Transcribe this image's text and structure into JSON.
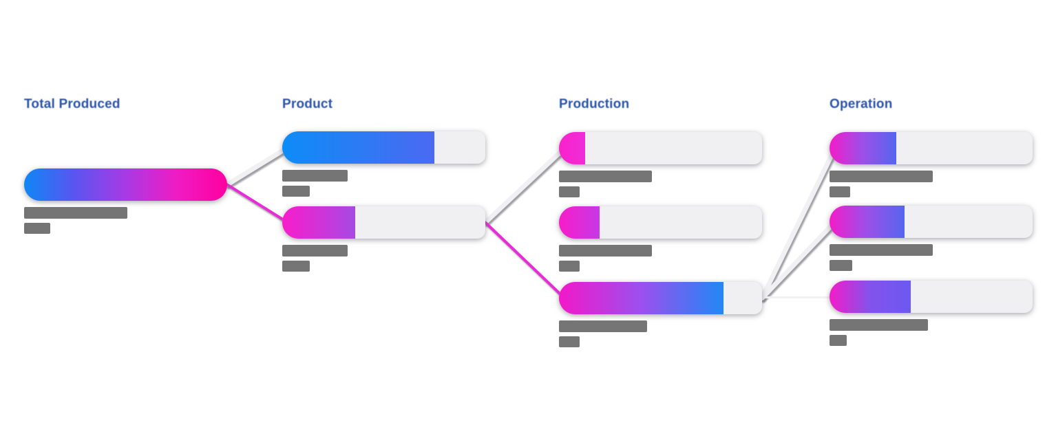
{
  "page": {
    "background": "#ffffff"
  },
  "chart_data": {
    "type": "bar",
    "variant": "decomposition-flow-diagram",
    "note": "Drill-down breakdown chart; bar labels and values under each bar are redacted (solid gray blocks in screenshot). Fill percents estimated from pixels.",
    "legend_position": "none",
    "grid": false,
    "columns": [
      {
        "id": "total",
        "title": "Total Produced",
        "bars": [
          {
            "id": "total-0",
            "fill_percent": 100,
            "gradient": [
              "#0f87f5",
              "#5a55f0",
              "#a83ae5",
              "#ef1cc4",
              "#fe009f"
            ],
            "label_redacted": true,
            "label_blocks": [
              150,
              38
            ]
          }
        ]
      },
      {
        "id": "product",
        "title": "Product",
        "bars": [
          {
            "id": "product-0",
            "fill_percent": 75,
            "gradient": [
              "#0d8cf7",
              "#4b69f1"
            ],
            "label_redacted": true,
            "label_blocks": [
              95,
              40
            ]
          },
          {
            "id": "product-1",
            "fill_percent": 36,
            "gradient": [
              "#f91ccb",
              "#a64ae3"
            ],
            "label_redacted": true,
            "label_blocks": [
              95,
              40
            ]
          }
        ]
      },
      {
        "id": "production",
        "title": "Production",
        "bars": [
          {
            "id": "production-0",
            "fill_percent": 13,
            "gradient": [
              "#fb20cb",
              "#ee2ed8"
            ],
            "label_redacted": true,
            "label_blocks": [
              135,
              30
            ]
          },
          {
            "id": "production-1",
            "fill_percent": 20,
            "gradient": [
              "#f91cc9",
              "#c43ae5"
            ],
            "label_redacted": true,
            "label_blocks": [
              135,
              30
            ]
          },
          {
            "id": "production-2",
            "fill_percent": 81,
            "gradient": [
              "#f318c9",
              "#9b50ee",
              "#2187f4"
            ],
            "label_redacted": true,
            "label_blocks": [
              128,
              30
            ]
          }
        ]
      },
      {
        "id": "operation",
        "title": "Operation",
        "bars": [
          {
            "id": "operation-0",
            "fill_percent": 33,
            "gradient": [
              "#f41cc9",
              "#9b50e9",
              "#5566ee"
            ],
            "label_redacted": true,
            "label_blocks": [
              150,
              30
            ]
          },
          {
            "id": "operation-1",
            "fill_percent": 37,
            "gradient": [
              "#f41cc9",
              "#9b50e9",
              "#5566ee"
            ],
            "label_redacted": true,
            "label_blocks": [
              150,
              33
            ]
          },
          {
            "id": "operation-2",
            "fill_percent": 40,
            "gradient": [
              "#f41cc9",
              "#8253ec",
              "#6d58f0"
            ],
            "label_redacted": true,
            "label_blocks": [
              143,
              25
            ]
          }
        ]
      }
    ],
    "links": [
      {
        "from": "total-0",
        "to": "product-0",
        "style": "light"
      },
      {
        "from": "total-0",
        "to": "product-1",
        "style": "magenta"
      },
      {
        "from": "product-1",
        "to": "production-0",
        "style": "light"
      },
      {
        "from": "product-1",
        "to": "production-1",
        "style": "light"
      },
      {
        "from": "product-1",
        "to": "production-2",
        "style": "magenta"
      },
      {
        "from": "production-2",
        "to": "operation-0",
        "style": "light"
      },
      {
        "from": "production-2",
        "to": "operation-1",
        "style": "light"
      },
      {
        "from": "production-2",
        "to": "operation-2",
        "style": "light"
      }
    ],
    "colors": {
      "header_text": "#2b53a8",
      "track": "#f0f0f2",
      "link_light": "#f1f1f4",
      "link_magenta": "#ea2ad8",
      "redacted_label": "#757575",
      "background": "#ffffff"
    }
  }
}
